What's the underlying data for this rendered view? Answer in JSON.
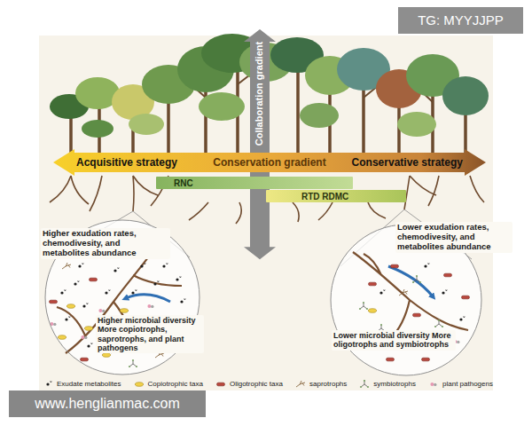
{
  "diagram": {
    "nodes": [
      {
        "text": [
          "Collaboration gradient"
        ]
      },
      {
        "text": [
          "Acquisitive strategy",
          "Conservation gradient",
          "Conservative strategy"
        ]
      },
      {
        "text": [
          "RNC"
        ]
      },
      {
        "text": [
          "RTD RDMC"
        ]
      },
      {
        "text": [
          "Higher exudation rates, chemodivesity, and metabolites abundance",
          "Higher microbial diversity More copiotrophs, saprotrophs, and plant pathogens"
        ]
      },
      {
        "text": [
          "Lower exudation rates, chemodivesity, and metabolites abundance",
          "Lower microbial diversity More oligotrophs and symbiotrophs"
        ]
      }
    ],
    "labels": [
      "TG: MYYJJPP",
      "www.henglianmac.com"
    ],
    "legend": [
      {
        "text": "Exudate metabolites"
      },
      {
        "text": "Copiotrophic taxa"
      },
      {
        "text": "Oligotrophic taxa"
      },
      {
        "text": "saprotrophs"
      },
      {
        "text": "symbiotrophs"
      },
      {
        "text": "plant pathogens"
      }
    ]
  }
}
